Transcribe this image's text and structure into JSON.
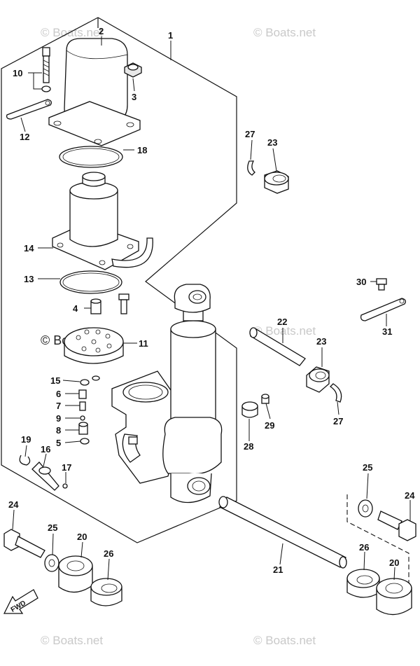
{
  "watermarks": [
    "© Boats.net",
    "© Boats.net",
    "© Boats.net",
    "© Boats.net",
    "© Boats.net",
    "© Boats.net"
  ],
  "direction_label": "FWD",
  "callouts": [
    "1",
    "2",
    "3",
    "10",
    "12",
    "18",
    "27",
    "23",
    "14",
    "13",
    "4",
    "11",
    "22",
    "23",
    "30",
    "31",
    "15",
    "6",
    "7",
    "9",
    "8",
    "5",
    "19",
    "16",
    "17",
    "29",
    "28",
    "27",
    "25",
    "24",
    "24",
    "25",
    "20",
    "26",
    "21",
    "26",
    "20"
  ]
}
